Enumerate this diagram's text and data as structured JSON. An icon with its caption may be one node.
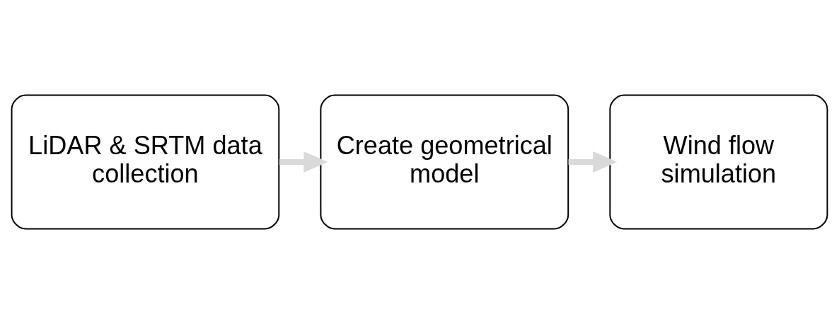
{
  "diagram": {
    "nodes": [
      {
        "text": [
          "LiDAR & SRTM data collection"
        ]
      },
      {
        "text": [
          "Create geometrical model"
        ]
      },
      {
        "text": [
          "Wind flow simulation"
        ]
      }
    ],
    "edges": [
      {
        "from": 0,
        "to": 1,
        "arrow": "to"
      },
      {
        "from": 1,
        "to": 2,
        "arrow": "to"
      }
    ]
  }
}
